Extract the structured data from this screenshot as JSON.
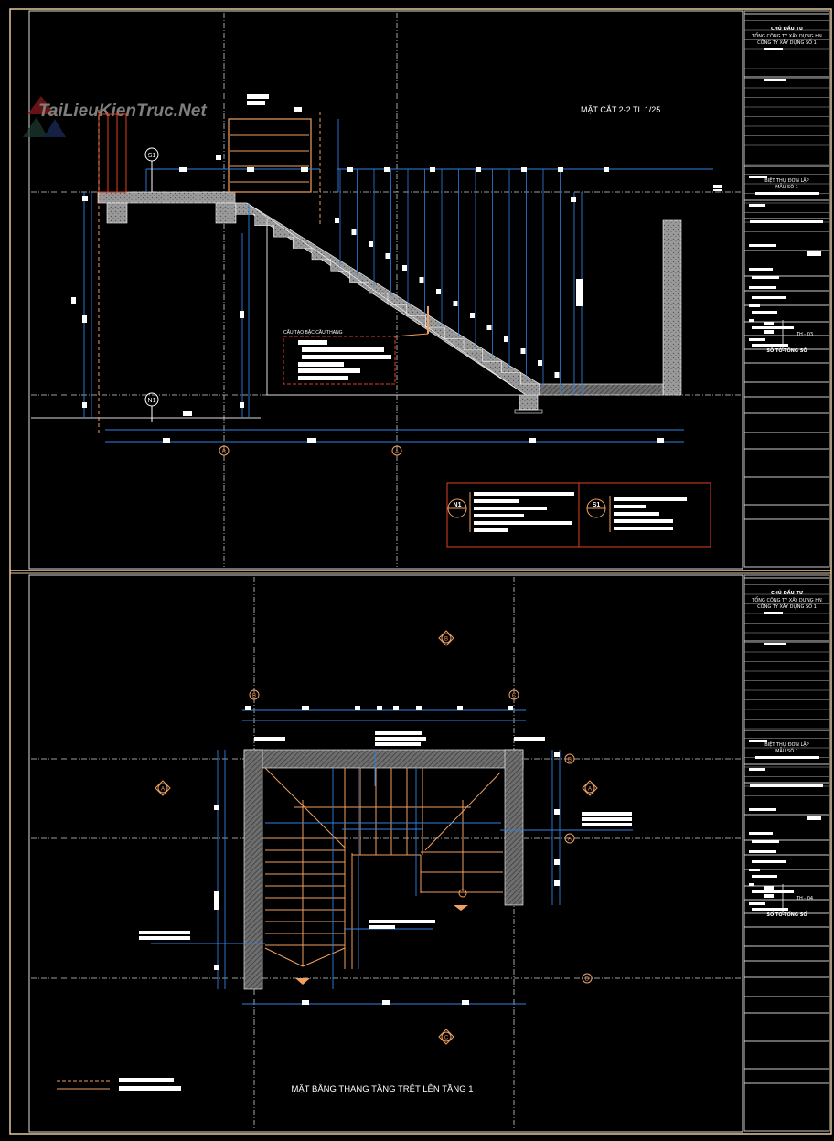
{
  "watermark": "TaiLieuKienTruc.Net",
  "colors": {
    "frame": "#e6c8a0",
    "dim": "#2f7fe0",
    "orange": "#f0a060",
    "red": "#e04020",
    "wall": "#8a8a8a",
    "grid": "#d0d0d0"
  },
  "sheet_top": {
    "title": "MẶT CẮT 2-2 TL 1/25",
    "detail_title": "CẤU TẠO BẬC CẦU THANG",
    "axis_labels": [
      "B",
      "A"
    ],
    "markers": {
      "s1": "S1",
      "n1": "N1"
    },
    "legend": {
      "n1": "N1",
      "s1": "S1"
    },
    "title_block": {
      "owner_label": "CHỦ ĐẦU TƯ",
      "company_parent": "TỔNG CÔNG TY XÂY DỰNG HN",
      "company": "CÔNG TY XÂY DỰNG SỐ 1",
      "project_line1": "BIỆT THỰ ĐƠN LẬP",
      "project_line2": "MẪU SỐ 1",
      "sheet_no": "TH - 03",
      "sheet_footer": "SỐ TỜ-TỔNG SỐ"
    }
  },
  "sheet_bottom": {
    "title": "MẶT BẰNG THANG TẦNG TRỆT LÊN TẦNG 1",
    "axis_labels": [
      "B",
      "C",
      "B",
      "A",
      "D"
    ],
    "title_block": {
      "owner_label": "CHỦ ĐẦU TƯ",
      "company_parent": "TỔNG CÔNG TY XÂY DỰNG HN",
      "company": "CÔNG TY XÂY DỰNG SỐ 1",
      "project_line1": "BIỆT THỰ ĐƠN LẬP",
      "project_line2": "MẪU SỐ 1",
      "sheet_no": "TH - 04",
      "sheet_footer": "SỐ TỜ-TỔNG SỐ"
    }
  }
}
